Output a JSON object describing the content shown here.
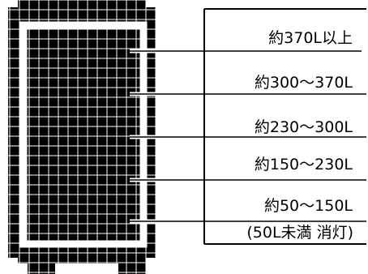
{
  "levels": [
    {
      "label": "約370L以上"
    },
    {
      "label": "約300〜370L"
    },
    {
      "label": "約230〜300L"
    },
    {
      "label": "約150〜230L"
    },
    {
      "label": "約50〜150L"
    }
  ],
  "note": "(50L未満 消灯)",
  "colors": {
    "lamp_fill": "#000000",
    "grid_line": "#ffffff",
    "frame_border": "#000000",
    "background": "#ffffff"
  }
}
